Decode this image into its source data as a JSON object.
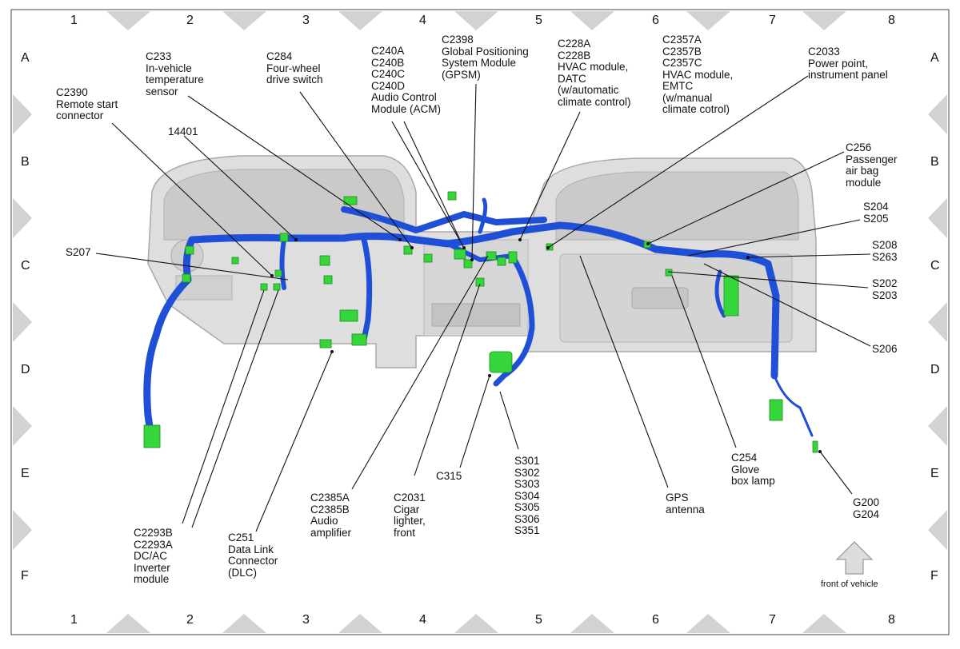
{
  "grid": {
    "columns": [
      "1",
      "2",
      "3",
      "4",
      "5",
      "6",
      "7",
      "8"
    ],
    "rows": [
      "A",
      "B",
      "C",
      "D",
      "E",
      "F"
    ]
  },
  "labels": {
    "c2390": [
      "C2390",
      "Remote start",
      "connector"
    ],
    "c233": [
      "C233",
      "In-vehicle",
      "temperature",
      "sensor"
    ],
    "c284": [
      "C284",
      "Four-wheel",
      "drive switch"
    ],
    "c240": [
      "C240A",
      "C240B",
      "C240C",
      "C240D",
      "Audio Control",
      "Module (ACM)"
    ],
    "c2398": [
      "C2398",
      "Global Positioning",
      "System Module",
      "(GPSM)"
    ],
    "c228": [
      "C228A",
      "C228B",
      "HVAC module,",
      "DATC",
      "(w/automatic",
      "climate control)"
    ],
    "c2357": [
      "C2357A",
      "C2357B",
      "C2357C",
      "HVAC module,",
      "EMTC",
      "(w/manual",
      "climate cotrol)"
    ],
    "c2033": [
      "C2033",
      "Power point,",
      "instrument panel"
    ],
    "c14401": [
      "14401"
    ],
    "c256": [
      "C256",
      "Passenger",
      "air bag",
      "module"
    ],
    "s204": [
      "S204",
      "S205"
    ],
    "s208": [
      "S208",
      "S263"
    ],
    "s207": [
      "S207"
    ],
    "s202": [
      "S202",
      "S203"
    ],
    "s206": [
      "S206"
    ],
    "c254": [
      "C254",
      "Glove",
      "box lamp"
    ],
    "gps": [
      "GPS",
      "antenna"
    ],
    "s301": [
      "S301",
      "S302",
      "S303",
      "S304",
      "S305",
      "S306",
      "S351"
    ],
    "c315": [
      "C315"
    ],
    "c2031": [
      "C2031",
      "Cigar",
      "lighter,",
      "front"
    ],
    "c2385": [
      "C2385A",
      "C2385B",
      "Audio",
      "amplifier"
    ],
    "c251": [
      "C251",
      "Data Link",
      "Connector",
      "(DLC)"
    ],
    "c2293": [
      "C2293B",
      "C2293A",
      "DC/AC",
      "Inverter",
      "module"
    ],
    "g200": [
      "G200",
      "G204"
    ]
  },
  "front_of_vehicle": "front of vehicle",
  "colors": {
    "harness": "#1f4fd6",
    "harness_dark": "#0e2a99",
    "connector": "#35d63a",
    "panel": "#cfcfcf",
    "panel_dark": "#a8a8a8",
    "triangle": "#d2d2d2"
  }
}
